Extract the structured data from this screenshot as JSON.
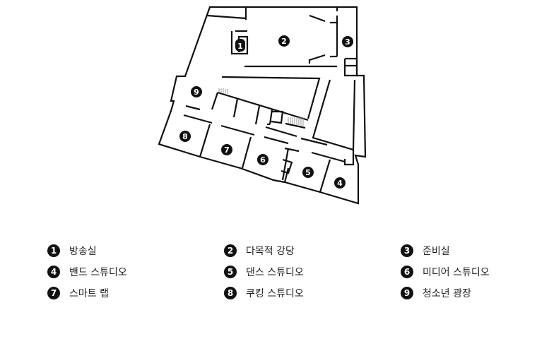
{
  "rooms": [
    {
      "number": "1",
      "name": "방송실"
    },
    {
      "number": "2",
      "name": "다목적 강당"
    },
    {
      "number": "3",
      "name": "준비실"
    },
    {
      "number": "4",
      "name": "밴드 스튜디오"
    },
    {
      "number": "5",
      "name": "댄스 스튜디오"
    },
    {
      "number": "6",
      "name": "미디어 스튜디오"
    },
    {
      "number": "7",
      "name": "스마트 랩"
    },
    {
      "number": "8",
      "name": "쿠킹 스튜디오"
    },
    {
      "number": "9",
      "name": "청소년 광장"
    }
  ]
}
